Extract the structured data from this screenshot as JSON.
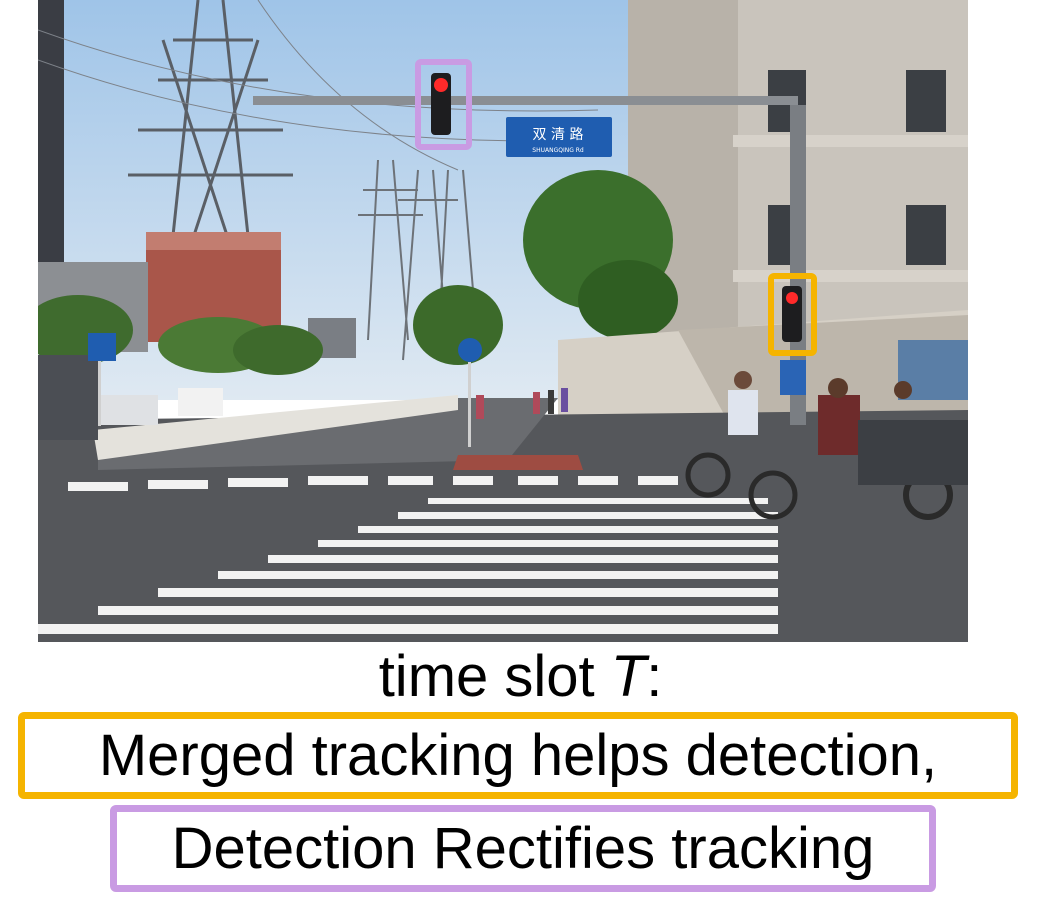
{
  "photo": {
    "sign_text": "双 清 路",
    "sign_subtext": "SHUANGQING Rd"
  },
  "annotations": {
    "box_colors": {
      "tracking": "#f5b400",
      "detection": "#c99be3"
    }
  },
  "caption": {
    "line1_prefix": "time slot ",
    "line1_var": "T",
    "line1_suffix": ":",
    "line2": "Merged tracking helps detection,",
    "line3": "Detection Rectifies tracking"
  }
}
